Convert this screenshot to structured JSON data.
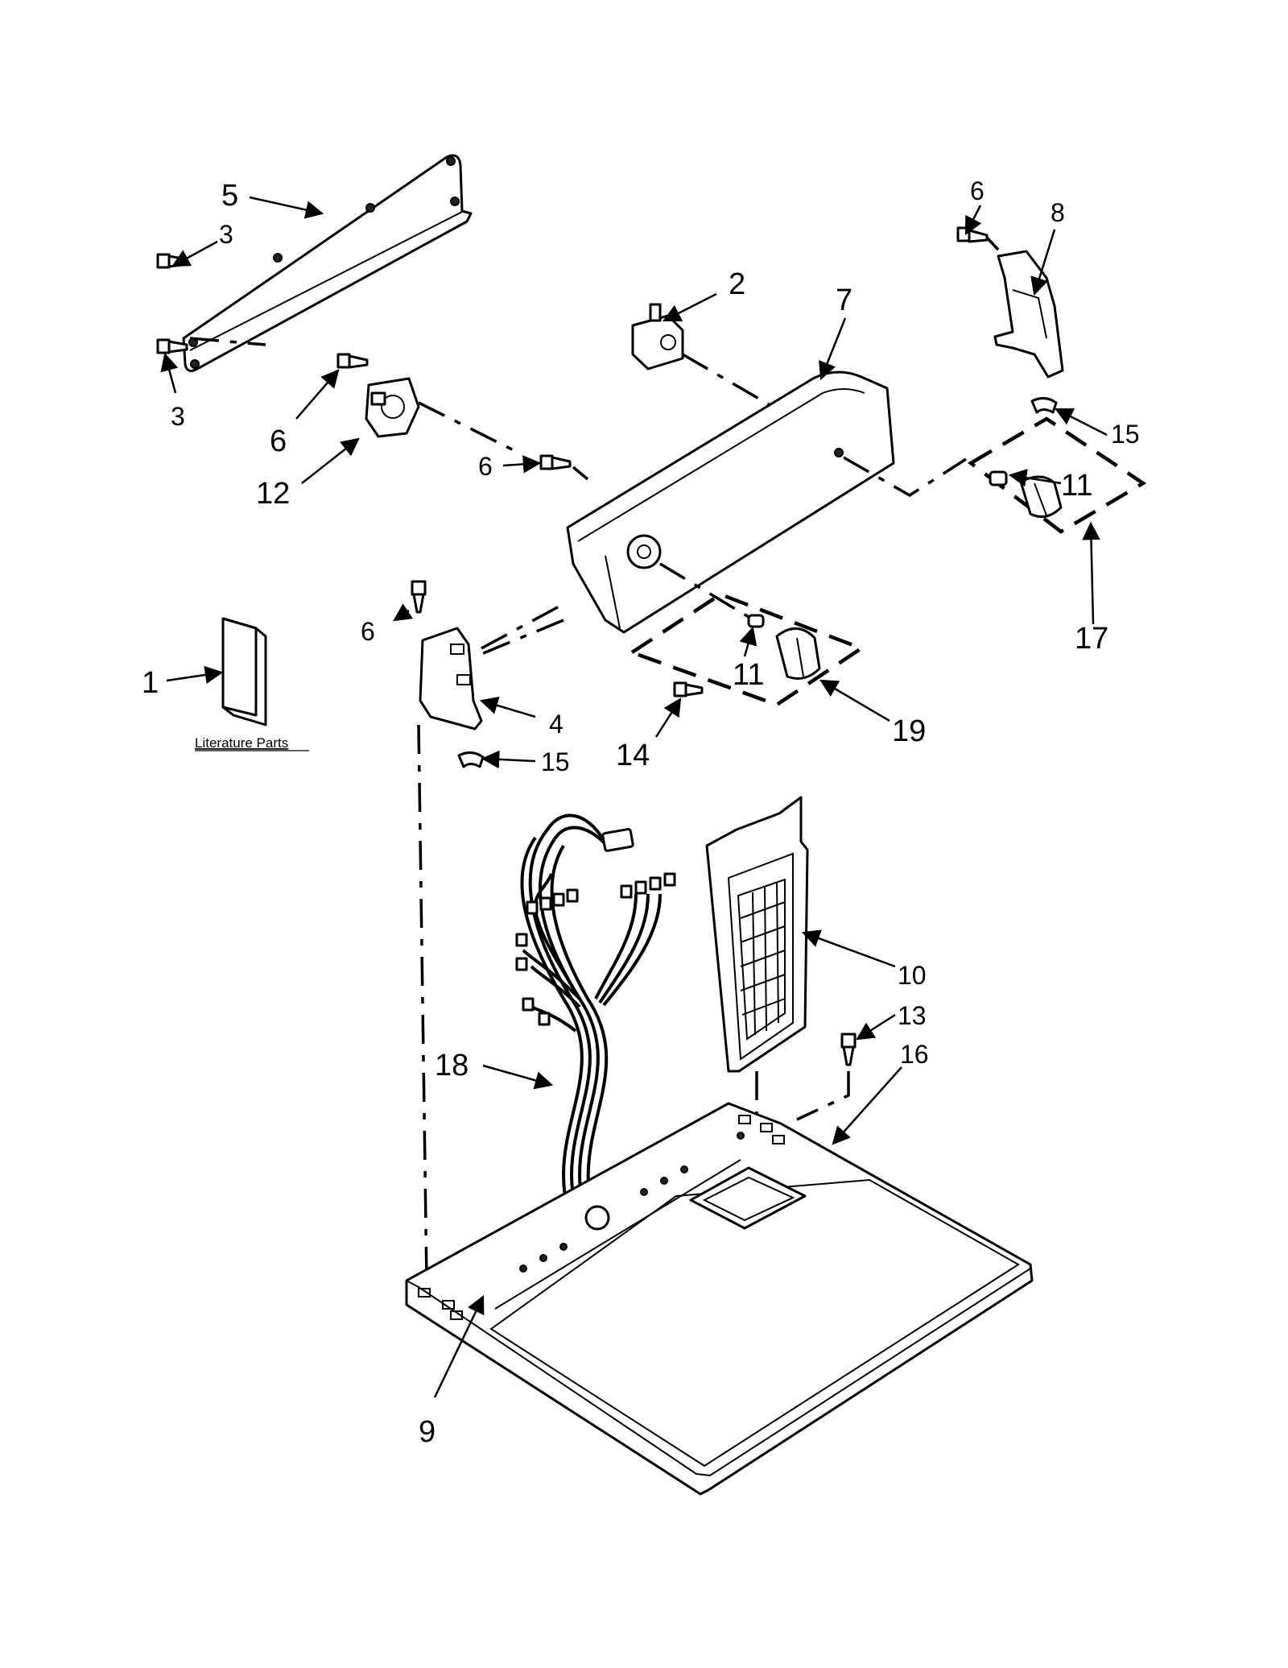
{
  "literature_label": "Literature Parts",
  "callouts": {
    "p1": "1",
    "p2": "2",
    "p3a": "3",
    "p3b": "3",
    "p4": "4",
    "p5": "5",
    "p6a": "6",
    "p6b": "6",
    "p6c": "6",
    "p6d": "6",
    "p7": "7",
    "p8": "8",
    "p9": "9",
    "p10": "10",
    "p11a": "11",
    "p11b": "11",
    "p12": "12",
    "p13": "13",
    "p14": "14",
    "p15a": "15",
    "p15b": "15",
    "p16": "16",
    "p17": "17",
    "p18": "18",
    "p19": "19"
  }
}
